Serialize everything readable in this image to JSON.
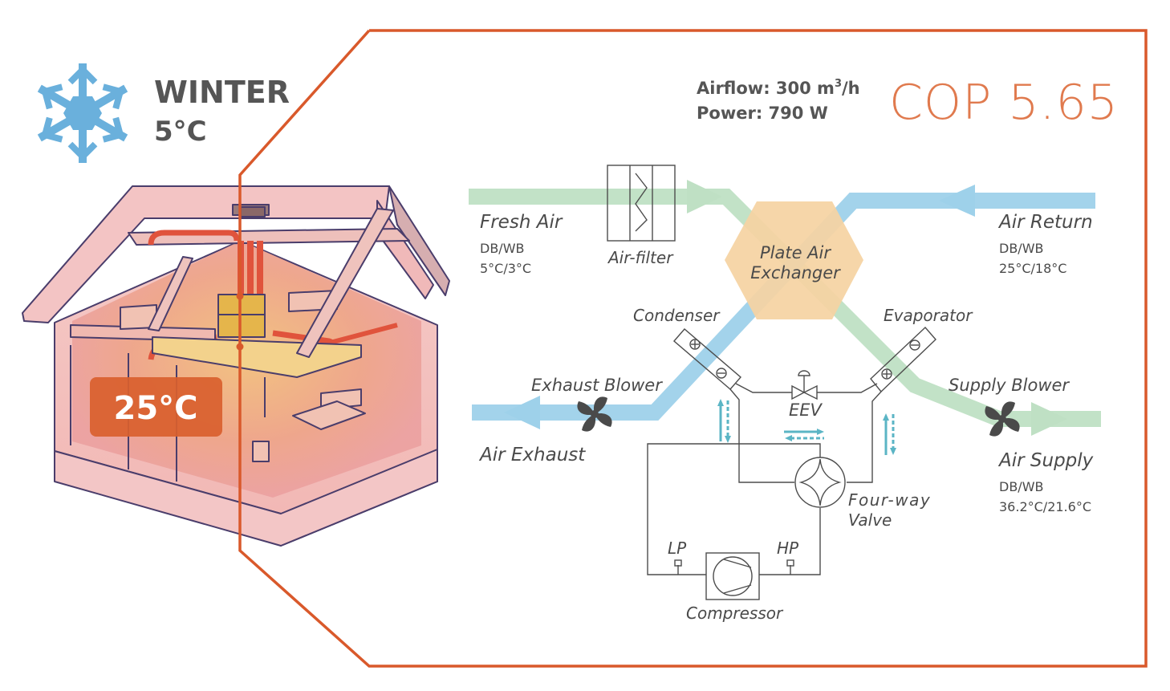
{
  "season": {
    "title": "WINTER",
    "outdoor_temp": "5°C",
    "icon": "snowflake-icon"
  },
  "indoor": {
    "temp": "25°C"
  },
  "stats": {
    "airflow_label": "Airflow: 300 m",
    "airflow_sup": "3",
    "airflow_unit": "/h",
    "power": "Power: 790 W",
    "cop": "COP 5.65"
  },
  "streams": {
    "fresh_air": {
      "label": "Fresh Air",
      "db_wb_label": "DB/WB",
      "value": "5°C/3°C"
    },
    "air_return": {
      "label": "Air Return",
      "db_wb_label": "DB/WB",
      "value": "25°C/18°C"
    },
    "air_exhaust": {
      "label": "Air Exhaust"
    },
    "air_supply": {
      "label": "Air Supply",
      "db_wb_label": "DB/WB",
      "value": "36.2°C/21.6°C"
    }
  },
  "components": {
    "air_filter": "Air-filter",
    "plate_exchanger_line1": "Plate Air",
    "plate_exchanger_line2": "Exchanger",
    "condenser": "Condenser",
    "evaporator": "Evaporator",
    "exhaust_blower": "Exhaust Blower",
    "supply_blower": "Supply Blower",
    "eev": "EEV",
    "four_way_line1": "Four-way",
    "four_way_line2": "Valve",
    "lp": "LP",
    "hp": "HP",
    "compressor": "Compressor"
  },
  "colors": {
    "frame": "#d9592b",
    "fresh_stream": "#bfe0c4",
    "exhaust_stream": "#9ed1ea",
    "exchanger": "#f5d3a3",
    "snowflake": "#6ab0dc",
    "cop": "#e07a4e",
    "refrigerant_arrow": "#5bb5c5",
    "temp_badge": "#d9602e"
  }
}
